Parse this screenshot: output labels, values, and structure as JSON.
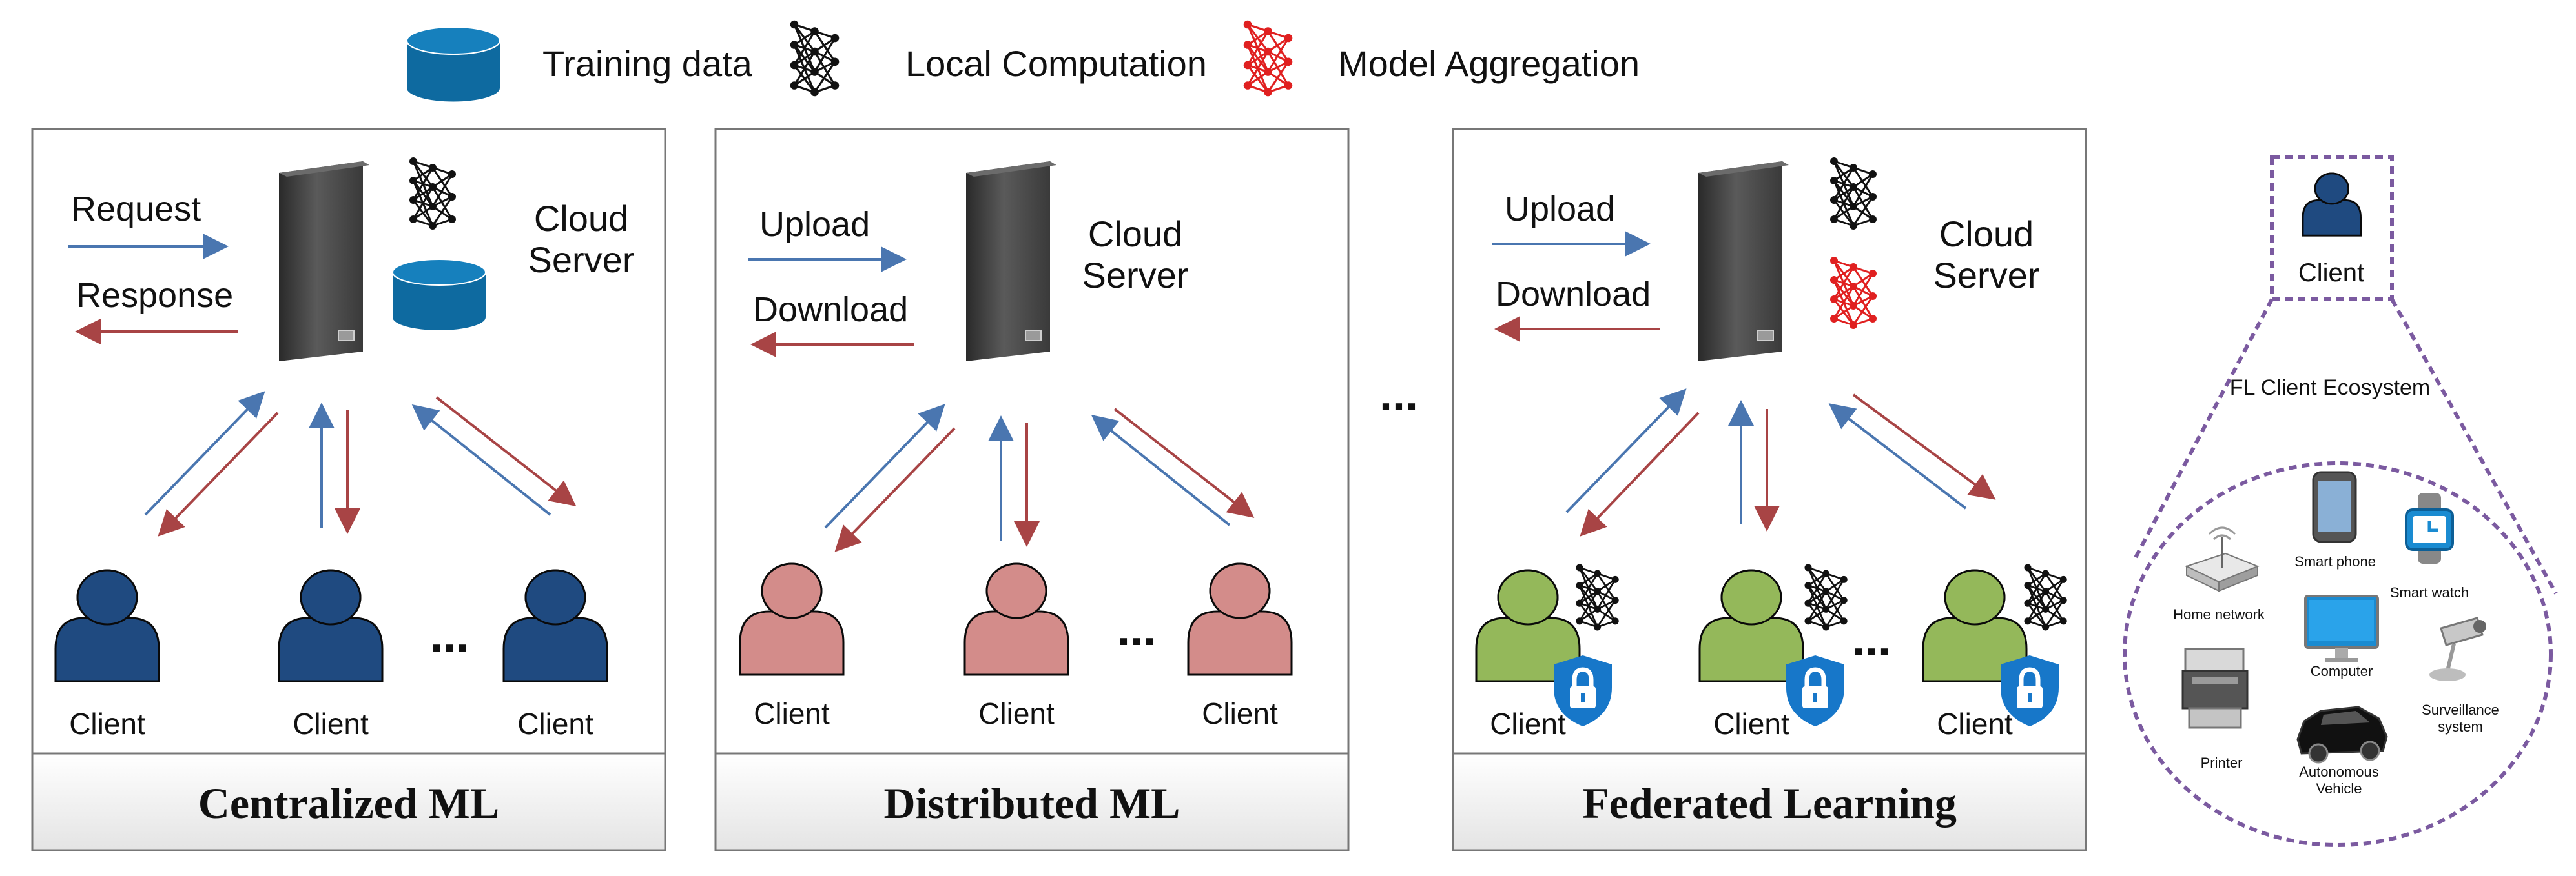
{
  "legend": {
    "training_data": "Training data",
    "local_computation": "Local Computation",
    "model_aggregation": "Model Aggregation"
  },
  "panels": [
    {
      "title": "Centralized ML",
      "server_label_1": "Cloud",
      "server_label_2": "Server",
      "arrow_up_label": "Request",
      "arrow_down_label": "Response",
      "clients": [
        "Client",
        "Client",
        "Client"
      ],
      "ellipsis": "..."
    },
    {
      "title": "Distributed ML",
      "server_label_1": "Cloud",
      "server_label_2": "Server",
      "arrow_up_label": "Upload",
      "arrow_down_label": "Download",
      "clients": [
        "Client",
        "Client",
        "Client"
      ],
      "ellipsis": "..."
    },
    {
      "title": "Federated Learning",
      "server_label_1": "Cloud",
      "server_label_2": "Server",
      "arrow_up_label": "Upload",
      "arrow_down_label": "Download",
      "clients": [
        "Client",
        "Client",
        "Client"
      ],
      "ellipsis": "..."
    }
  ],
  "between_ellipsis": "...",
  "ecosystem": {
    "client_label": "Client",
    "title": "FL Client Ecosystem",
    "devices": {
      "home_network": "Home network",
      "smart_phone": "Smart phone",
      "smart_watch": "Smart watch",
      "computer": "Computer",
      "printer": "Printer",
      "vehicle_1": "Autonomous",
      "vehicle_2": "Vehicle",
      "surveillance_1": "Surveillance",
      "surveillance_2": "system"
    }
  },
  "colors": {
    "blue_arrow": "#4a76b0",
    "red_arrow": "#a84445",
    "client_blue": "#1f4a80",
    "client_pink": "#d38c8a",
    "client_green": "#94b85a",
    "shield": "#1777c9",
    "database": "#0e6aa0",
    "nn_red": "#e02020",
    "dotted": "#7b5aa0"
  }
}
